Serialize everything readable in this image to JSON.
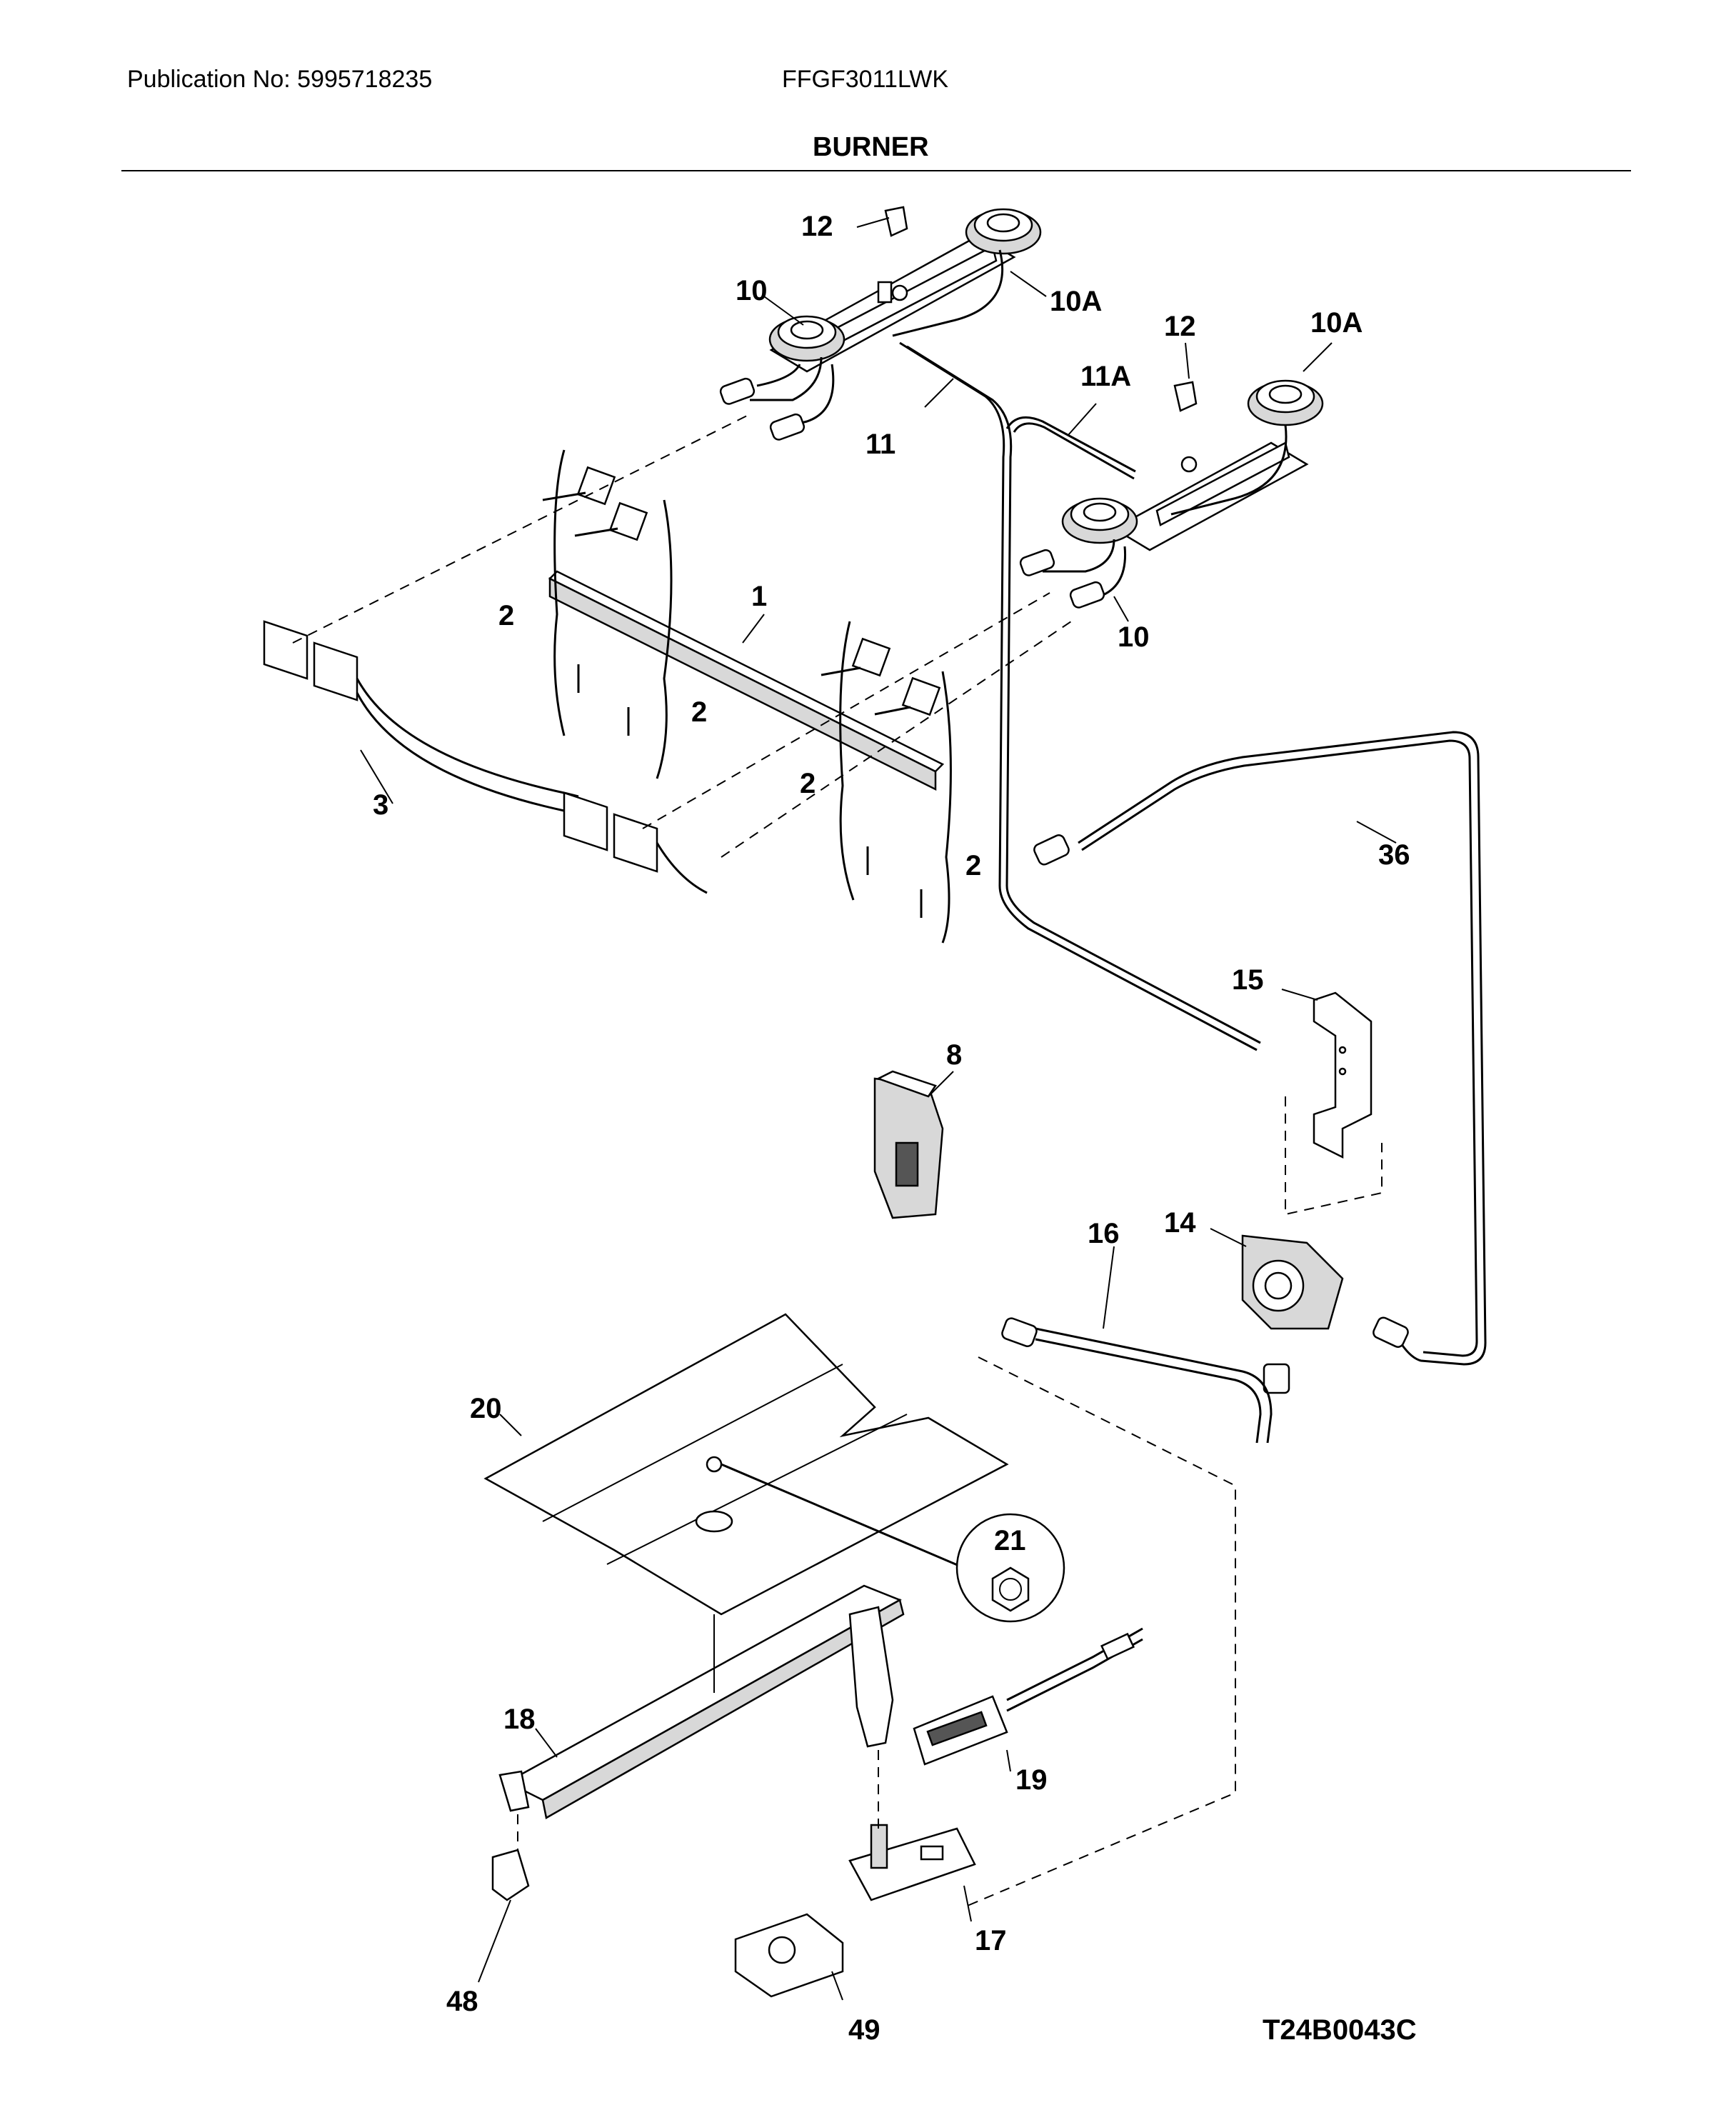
{
  "header": {
    "publication": "Publication No: 5995718235",
    "model": "FFGF3011LWK",
    "section_title": "BURNER"
  },
  "diagram": {
    "drawing_code": "T24B0043C",
    "callouts": [
      "1",
      "2",
      "2",
      "2",
      "2",
      "3",
      "8",
      "10",
      "10",
      "10A",
      "10A",
      "11",
      "11A",
      "12",
      "12",
      "14",
      "15",
      "16",
      "17",
      "18",
      "19",
      "20",
      "21",
      "36",
      "48",
      "49"
    ]
  }
}
